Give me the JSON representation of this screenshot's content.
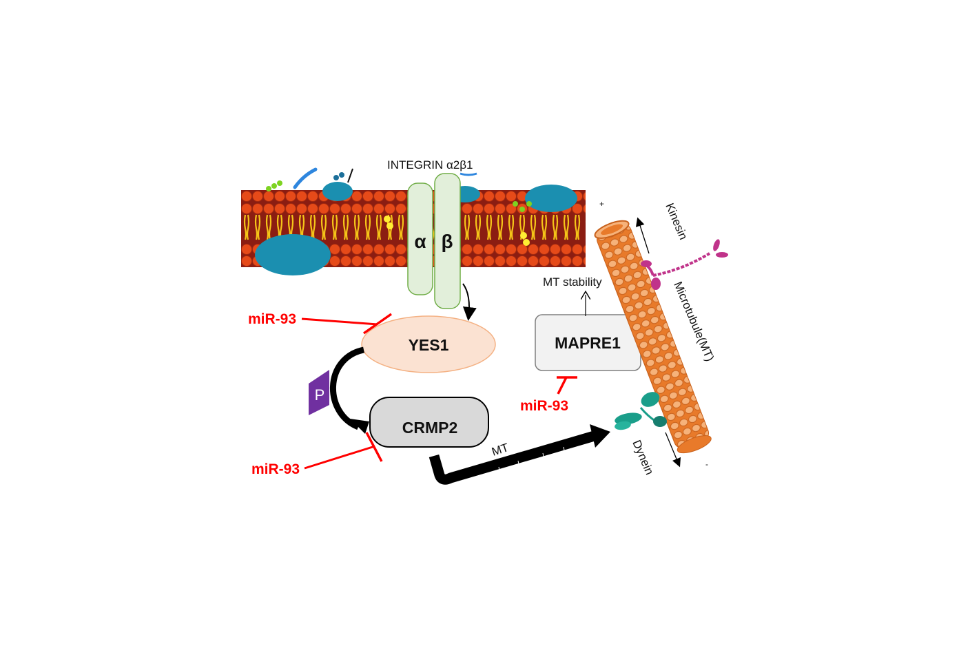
{
  "integrin": {
    "label": "INTEGRIN α2β1",
    "alpha": "α",
    "beta": "β"
  },
  "nodes": {
    "yes1": "YES1",
    "crmp2": "CRMP2",
    "mapre1": "MAPRE1"
  },
  "phospho": "P",
  "inhibitors": {
    "yes1": "miR-93",
    "crmp2": "miR-93",
    "mapre1": "miR-93"
  },
  "labels": {
    "mt_stability": "MT stability",
    "mt": "MT",
    "kinesin": "Kinesin",
    "dynein": "Dynein",
    "microtubule": "Microtubule(MT)"
  },
  "colors": {
    "inhibitor": "#ff0000",
    "yes1_fill": "#fbe2d2",
    "crmp2_fill": "#d9d9d9",
    "mapre1_fill": "#f2f2f2",
    "integrin_fill": "#e2efda",
    "integrin_stroke": "#70ad47",
    "phospho": "#7030a0",
    "membrane_head": "#e64a19",
    "membrane_tail": "#f5c518",
    "microtubule": "#f08a3a",
    "kinesin": "#c0338a",
    "dynein": "#1a9e8a"
  }
}
